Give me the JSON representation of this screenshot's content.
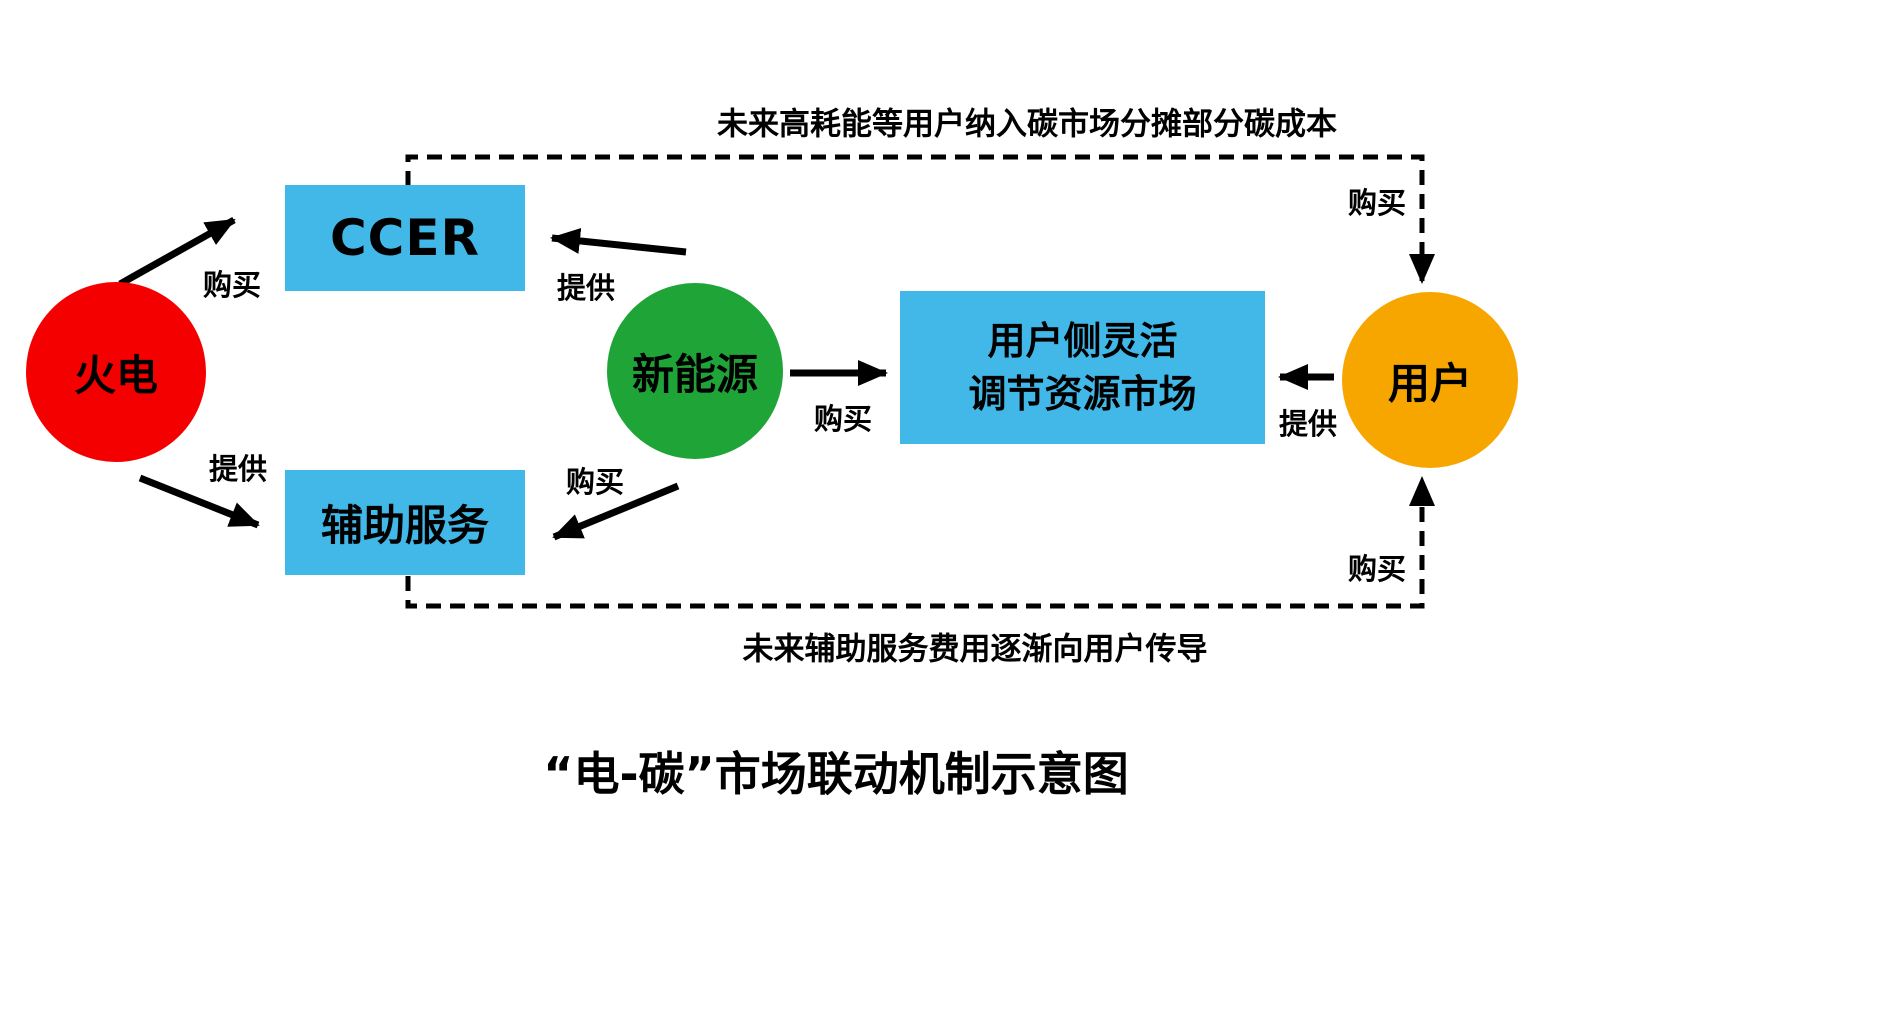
{
  "title": "“电-碳”市场联动机制示意图",
  "nodes": {
    "thermal": {
      "label": "火电",
      "color": "#f40000"
    },
    "ccer": {
      "label": "CCER",
      "color": "#41b8e8"
    },
    "ancillary": {
      "label": "辅助服务",
      "color": "#41b8e8"
    },
    "renewable": {
      "label": "新能源",
      "color": "#1fa437"
    },
    "market": {
      "label_line1": "用户侧灵活",
      "label_line2": "调节资源市场",
      "color": "#41b8e8"
    },
    "user": {
      "label": "用户",
      "color": "#f7a600"
    }
  },
  "edges": {
    "thermal_ccer": "购买",
    "renewable_ccer": "提供",
    "thermal_ancillary": "提供",
    "renewable_ancillary": "购买",
    "renewable_market": "购买",
    "user_market": "提供",
    "user_ccer_dashed": "购买",
    "user_ancillary_dashed": "购买"
  },
  "annotations": {
    "top": "未来高耗能等用户纳入碳市场分摊部分碳成本",
    "bottom": "未来辅助服务费用逐渐向用户传导"
  }
}
